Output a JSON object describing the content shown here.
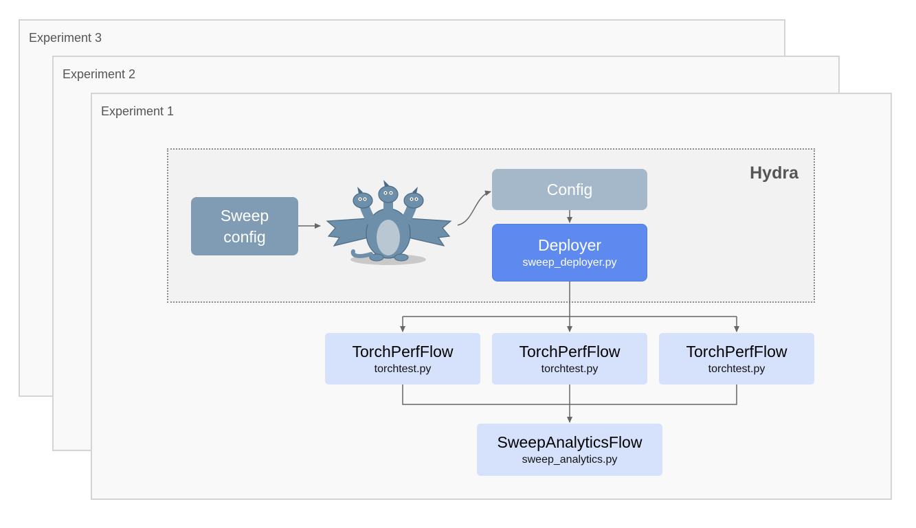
{
  "experiments": [
    {
      "title": "Experiment 3"
    },
    {
      "title": "Experiment 2"
    },
    {
      "title": "Experiment 1"
    }
  ],
  "hydra": {
    "label": "Hydra",
    "logo_icon": "hydra-three-headed-dragon"
  },
  "nodes": {
    "sweep_config": "Sweep\nconfig",
    "config": "Config",
    "deployer": {
      "title": "Deployer",
      "file": "sweep_deployer.py"
    },
    "flows": [
      {
        "title": "TorchPerfFlow",
        "file": "torchtest.py"
      },
      {
        "title": "TorchPerfFlow",
        "file": "torchtest.py"
      },
      {
        "title": "TorchPerfFlow",
        "file": "torchtest.py"
      }
    ],
    "analytics": {
      "title": "SweepAnalyticsFlow",
      "file": "sweep_analytics.py"
    }
  },
  "colors": {
    "panel_border": "#d4d4d4",
    "panel_bg": "#f9f9f9",
    "hydra_bg": "#f2f2f2",
    "sweep_config": "#7f9cb4",
    "config": "#a5b8c9",
    "deployer": "#5e8af0",
    "flow": "#d6e1fc",
    "arrow": "#666666",
    "dragon": "#6e8faa"
  }
}
